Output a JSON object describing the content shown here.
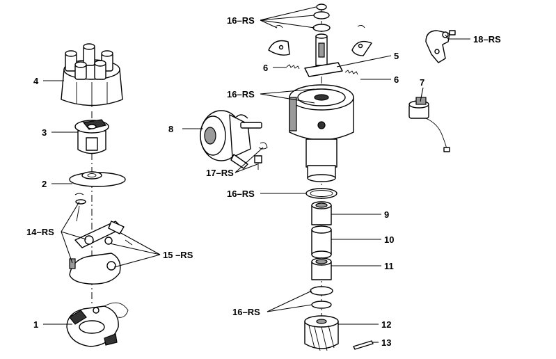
{
  "labels": {
    "p1": "1",
    "p2": "2",
    "p3": "3",
    "p4": "4",
    "p5": "5",
    "p6a": "6",
    "p6b": "6",
    "p7": "7",
    "p8": "8",
    "p9": "9",
    "p10": "10",
    "p11": "11",
    "p12": "12",
    "p13": "13",
    "p14": "14–RS",
    "p15": "15  –RS",
    "p16a": "16–RS",
    "p16b": "16–RS",
    "p16c": "16–RS",
    "p16d": "16–RS",
    "p17": "17–RS",
    "p18": "18–RS"
  }
}
